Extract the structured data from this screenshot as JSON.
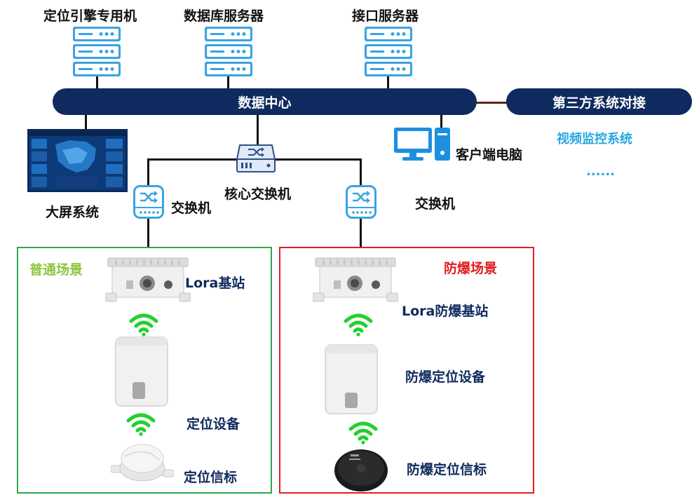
{
  "servers": {
    "engine": "定位引擎专用机",
    "database": "数据库服务器",
    "interface": "接口服务器"
  },
  "data_center": "数据中心",
  "third_party": {
    "label": "第三方系统对接",
    "items": [
      "视频监控系统",
      "......"
    ]
  },
  "client_pc": "客户端电脑",
  "big_screen": "大屏系统",
  "core_switch": "核心交换机",
  "switch_left": "交换机",
  "switch_right": "交换机",
  "normal_scene": {
    "title": "普通场景",
    "base_station": "Lora基站",
    "device": "定位设备",
    "beacon": "定位信标"
  },
  "explosion_scene": {
    "title": "防爆场景",
    "base_station": "Lora防爆基站",
    "device": "防爆定位设备",
    "beacon": "防爆定位信标"
  },
  "colors": {
    "navy": "#0f2a5f",
    "server_blue": "#3aa3e3",
    "normal_green": "#2ea84f",
    "normal_title": "#8cc63f",
    "explosion_red": "#e02020",
    "wifi_green": "#22d12e",
    "link_brown": "#5a2a14",
    "third_party_text": "#2aa6e0"
  }
}
